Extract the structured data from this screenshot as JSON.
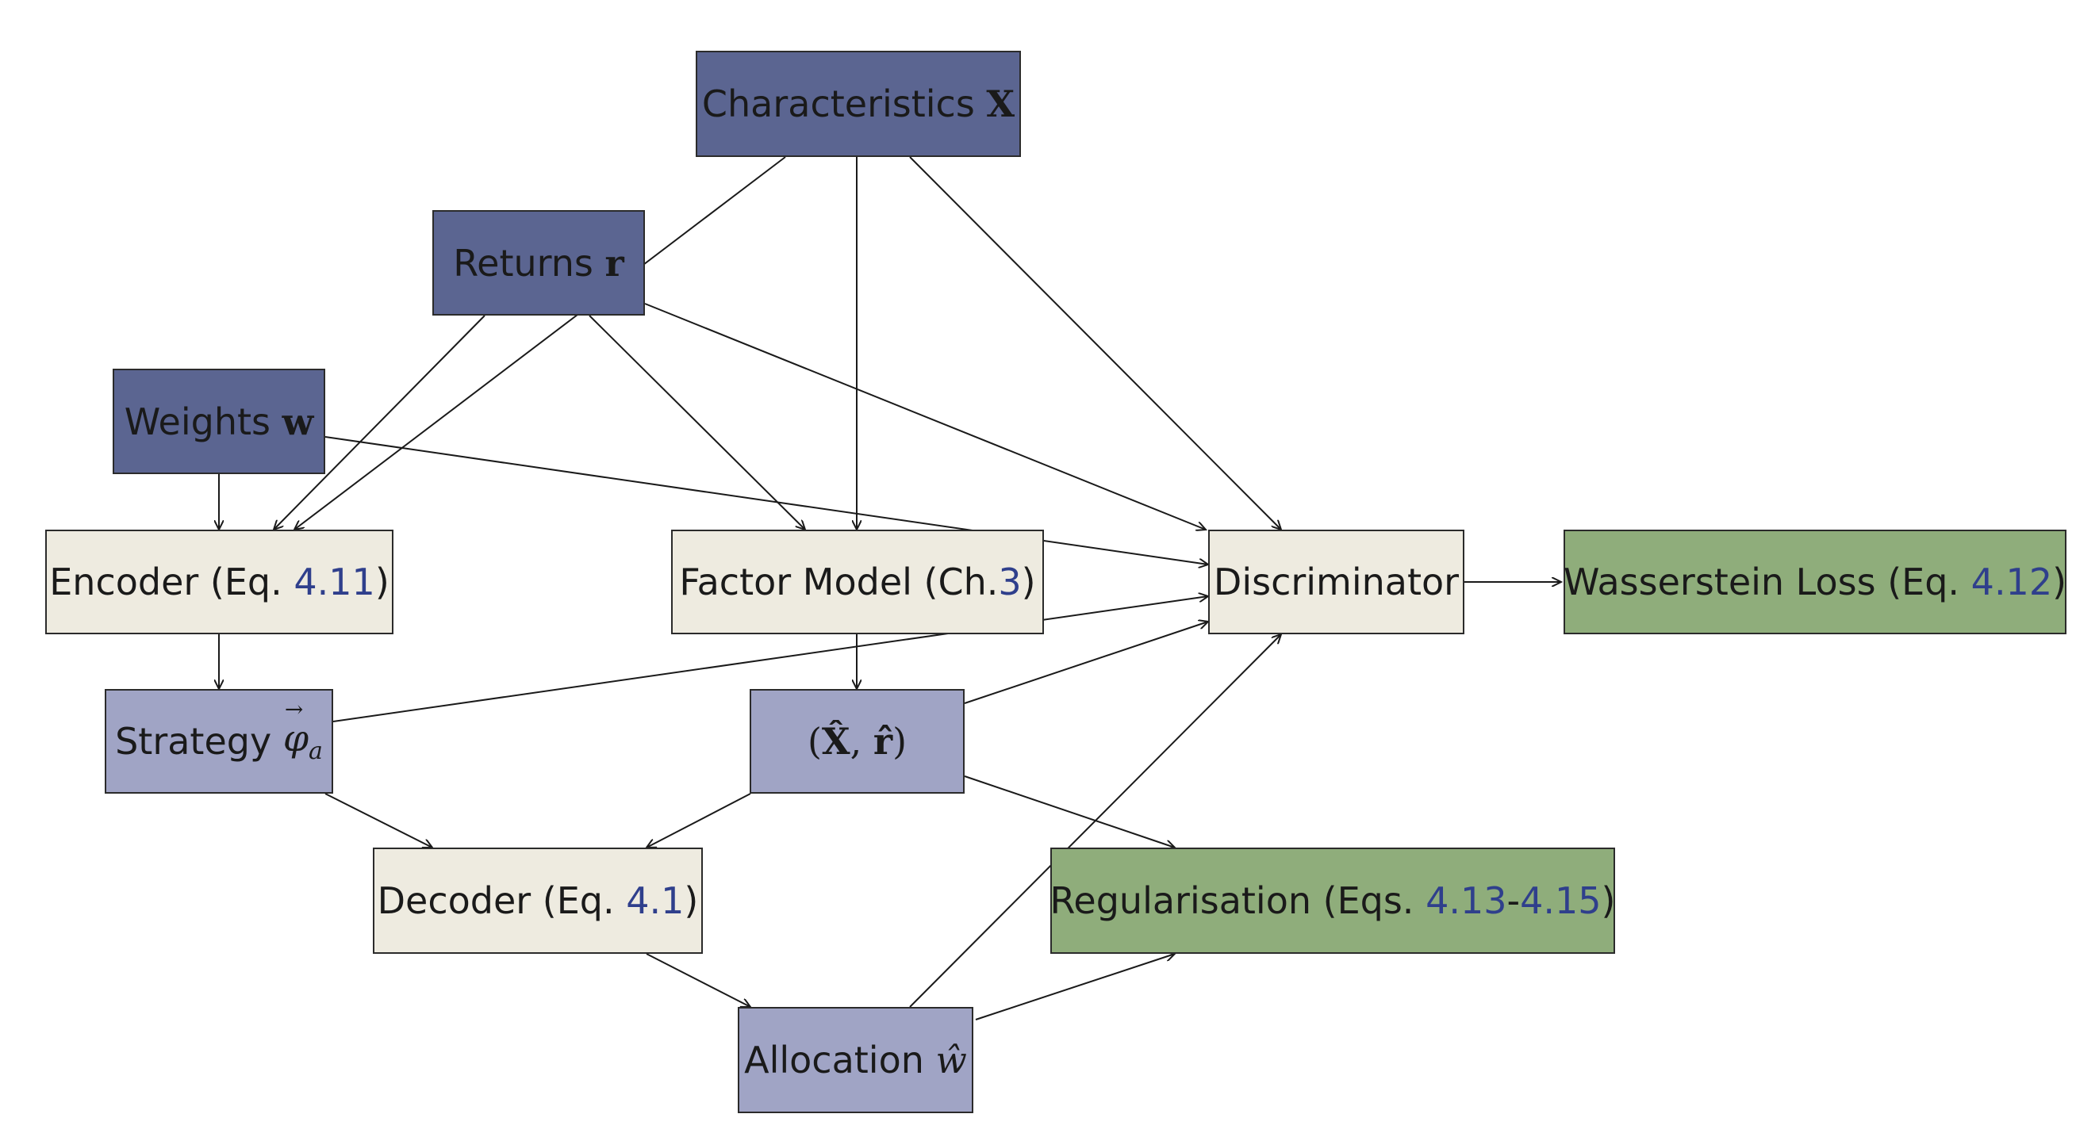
{
  "nodes": {
    "characteristics": {
      "label": "Characteristics ",
      "symbol": "X"
    },
    "returns": {
      "label": "Returns ",
      "symbol": "r"
    },
    "weights": {
      "label": "Weights ",
      "symbol": "w"
    },
    "encoder": {
      "label": "Encoder (Eq. ",
      "ref": "4.11",
      "suffix": ")"
    },
    "factor_model": {
      "label": "Factor Model (Ch.",
      "ref": "3",
      "suffix": ")"
    },
    "discriminator": {
      "label": "Discriminator"
    },
    "wasserstein": {
      "label": "Wasserstein Loss (Eq. ",
      "ref": "4.12",
      "suffix": ")"
    },
    "strategy": {
      "label": "Strategy ",
      "symbol": "φ",
      "subscript": "a",
      "accent": "→"
    },
    "xr_hat": {
      "open": "(",
      "x": "X̂",
      "sep": ", ",
      "r": "r̂",
      "close": ")"
    },
    "decoder": {
      "label": "Decoder (Eq. ",
      "ref": "4.1",
      "suffix": ")"
    },
    "regularisation": {
      "label": "Regularisation (Eqs. ",
      "ref": "4.13",
      "dash": "-",
      "ref2": "4.15",
      "suffix": ")"
    },
    "allocation": {
      "label": "Allocation ",
      "symbol": "ŵ"
    }
  },
  "edges": [
    {
      "from": "characteristics",
      "to": "encoder"
    },
    {
      "from": "characteristics",
      "to": "factor_model"
    },
    {
      "from": "characteristics",
      "to": "discriminator"
    },
    {
      "from": "returns",
      "to": "encoder"
    },
    {
      "from": "returns",
      "to": "factor_model"
    },
    {
      "from": "returns",
      "to": "discriminator"
    },
    {
      "from": "weights",
      "to": "encoder"
    },
    {
      "from": "weights",
      "to": "discriminator"
    },
    {
      "from": "encoder",
      "to": "strategy"
    },
    {
      "from": "factor_model",
      "to": "xr_hat"
    },
    {
      "from": "strategy",
      "to": "discriminator"
    },
    {
      "from": "strategy",
      "to": "decoder"
    },
    {
      "from": "xr_hat",
      "to": "discriminator"
    },
    {
      "from": "xr_hat",
      "to": "decoder"
    },
    {
      "from": "xr_hat",
      "to": "regularisation"
    },
    {
      "from": "decoder",
      "to": "allocation"
    },
    {
      "from": "allocation",
      "to": "discriminator"
    },
    {
      "from": "allocation",
      "to": "regularisation"
    },
    {
      "from": "discriminator",
      "to": "wasserstein"
    }
  ],
  "colors": {
    "input": "#5b6591",
    "latent": "#a0a4c5",
    "process": "#eeebe0",
    "loss": "#8fad7b",
    "reference": "#2f3f8c"
  }
}
